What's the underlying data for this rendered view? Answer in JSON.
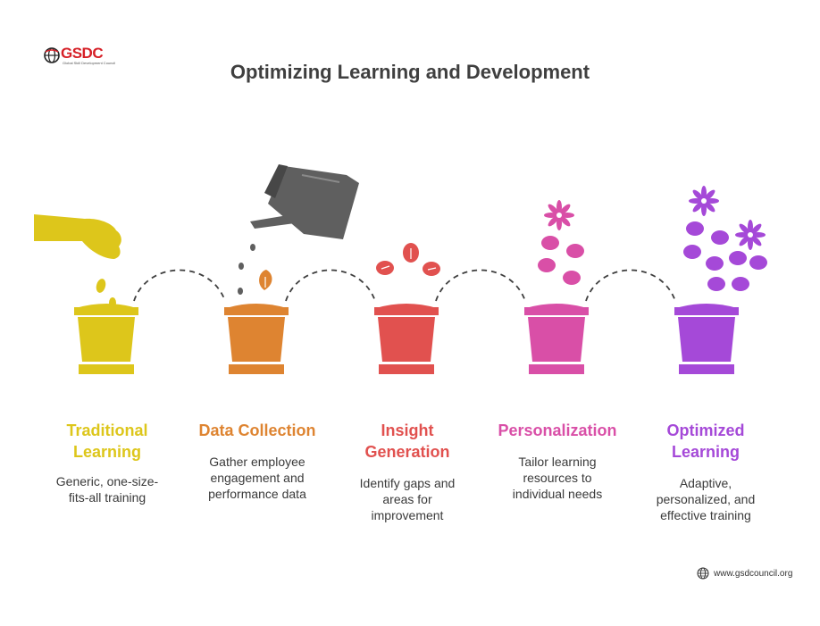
{
  "brand": {
    "logo_text": "GSDC",
    "logo_tagline": "Global Skill Development Council"
  },
  "title": "Optimizing Learning and Development",
  "steps": [
    {
      "title": "Traditional Learning",
      "title_lines": [
        "Traditional",
        "Learning"
      ],
      "description": "Generic, one-size-fits-all training",
      "desc_lines": [
        "Generic, one-size-",
        "fits-all training"
      ],
      "color": "#ddc61b"
    },
    {
      "title": "Data Collection",
      "title_lines": [
        "Data Collection"
      ],
      "description": "Gather employee engagement and performance data",
      "desc_lines": [
        "Gather employee",
        "engagement and",
        "performance data"
      ],
      "color": "#de8431"
    },
    {
      "title": "Insight Generation",
      "title_lines": [
        "Insight",
        "Generation"
      ],
      "description": "Identify gaps and areas for improvement",
      "desc_lines": [
        "Identify gaps and",
        "areas for",
        "improvement"
      ],
      "color": "#e1514f"
    },
    {
      "title": "Personalization",
      "title_lines": [
        "Personalization"
      ],
      "description": "Tailor learning resources to individual needs",
      "desc_lines": [
        "Tailor learning",
        "resources to",
        "individual needs"
      ],
      "color": "#d94fa7"
    },
    {
      "title": "Optimized Learning",
      "title_lines": [
        "Optimized",
        "Learning"
      ],
      "description": "Adaptive, personalized, and effective training",
      "desc_lines": [
        "Adaptive,",
        "personalized, and",
        "effective training"
      ],
      "color": "#a549d8"
    }
  ],
  "footer": {
    "website": "www.gsdcouncil.org",
    "icon": "globe-icon"
  }
}
